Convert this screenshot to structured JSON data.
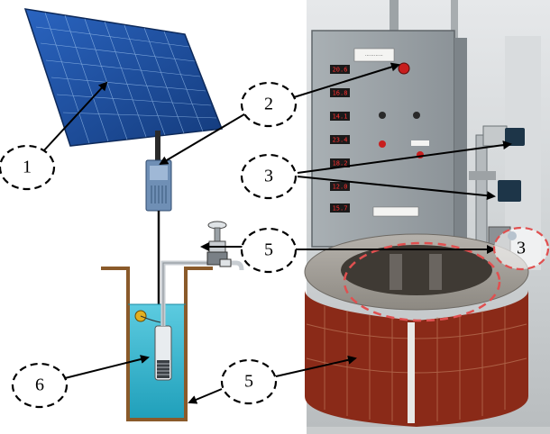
{
  "callouts": {
    "solar_panel": "1",
    "controller": "2",
    "sensors": "3",
    "valve_sensor": "3",
    "piping_top": "5",
    "tank_wall": "5",
    "pump": "6"
  },
  "panel_displays": [
    "20.6",
    "16.8",
    "14.1",
    "23.4",
    "18.2",
    "12.0",
    "15.7"
  ],
  "colors": {
    "solar_blue": "#1e4fa0",
    "water": "#32b6cf",
    "tank_wall": "#8a5a2a",
    "brick": "#8a2a18",
    "cabinet": "#9aa1a6",
    "dashed_red": "#e05050"
  }
}
